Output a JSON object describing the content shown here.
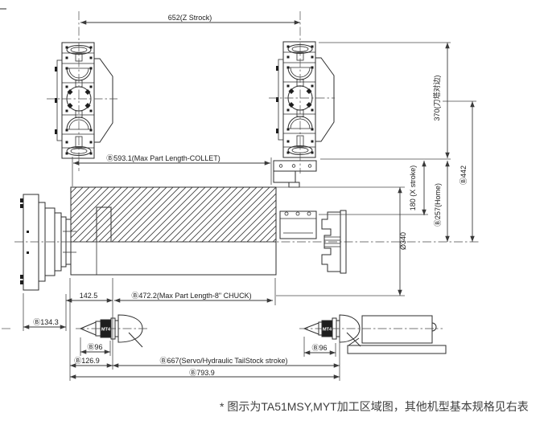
{
  "drawing": {
    "title_note": "* 图示为TA51MSY,MYT加工区域图，其他机型基本规格见右表",
    "labels": {
      "z_stroke": "652(Z Strock)",
      "max_part_collet": "Ⓑ593.1(Max Part Length-COLLET)",
      "turret_flats": "370(刀塔对边)",
      "x_home_442": "Ⓑ442",
      "x_stroke": "180 (X stroke)",
      "turret_home": "Ⓑ257(Home)",
      "swing_diameter": "Ø340",
      "dim_142_5": "142.5",
      "max_part_chuck": "Ⓑ472.2(Max Part Length-8\" CHUCK)",
      "dim_134_3": "Ⓑ134.3",
      "dim_96_left": "Ⓑ96",
      "dim_126_9": "Ⓑ126.9",
      "tailstock_stroke": "Ⓑ667(Servo/Hydraulic TailStock stroke)",
      "dim_793_9": "Ⓑ793.9",
      "dim_96_right": "Ⓑ96",
      "mt4_left": "MT4",
      "mt4_right": "MT4"
    },
    "colors": {
      "line": "#2e2e2e",
      "dim_line": "#3a3a3a",
      "text": "#1c1c1c",
      "footnote_text": "#3e3e3e",
      "background": "#ffffff"
    }
  }
}
